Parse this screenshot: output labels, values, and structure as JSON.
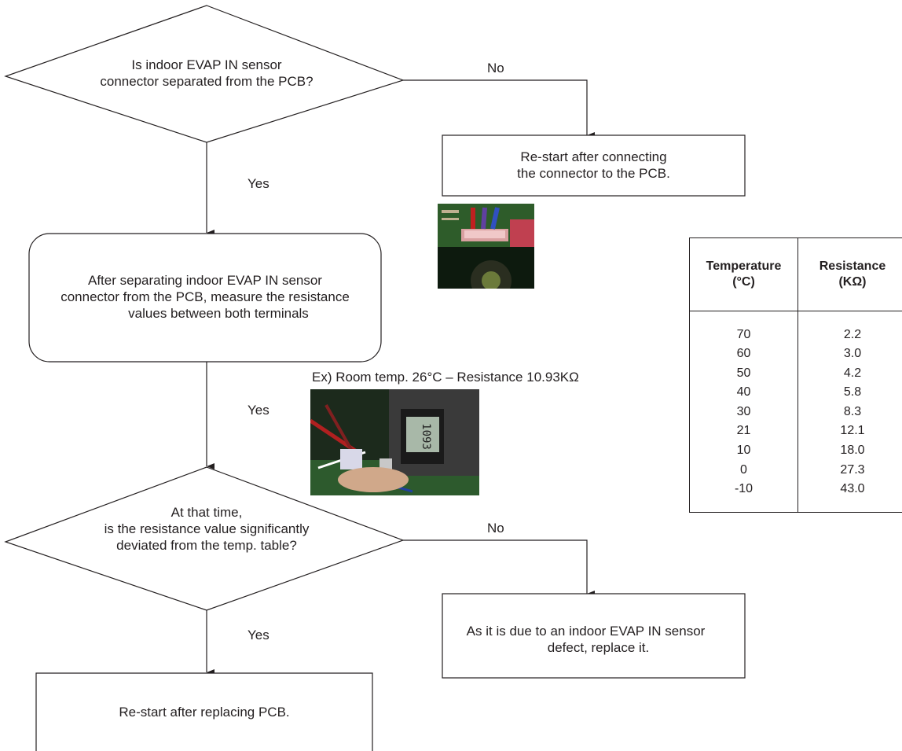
{
  "flowchart": {
    "q1": {
      "line1": "Is indoor EVAP IN sensor",
      "line2": "connector separated from the PCB?"
    },
    "q1_no": "No",
    "q1_yes": "Yes",
    "a1": {
      "line1": "Re-start after connecting",
      "line2": "the connector to the PCB."
    },
    "step2": {
      "line1": "After separating indoor EVAP IN sensor",
      "line2": "connector from the PCB, measure the resistance",
      "line3": "values between both terminals"
    },
    "example": "Ex) Room temp. 26°C – Resistance 10.93KΩ",
    "step2_yes": "Yes",
    "q2": {
      "line1": "At that time,",
      "line2": "is the resistance value significantly",
      "line3": "deviated from the temp. table?"
    },
    "q2_no": "No",
    "q2_yes": "Yes",
    "a2": {
      "line1": "As it is due to an indoor EVAP IN sensor",
      "line2": "defect, replace it."
    },
    "a3": "Re-start after replacing PCB."
  },
  "resistance_table": {
    "col1": {
      "line1": "Temperature",
      "line2": "(°C)"
    },
    "col2": {
      "line1": "Resistance",
      "line2": "(KΩ)"
    },
    "rows": [
      {
        "temp": "70",
        "res": "2.2"
      },
      {
        "temp": "60",
        "res": "3.0"
      },
      {
        "temp": "50",
        "res": "4.2"
      },
      {
        "temp": "40",
        "res": "5.8"
      },
      {
        "temp": "30",
        "res": "8.3"
      },
      {
        "temp": "21",
        "res": "12.1"
      },
      {
        "temp": "10",
        "res": "18.0"
      },
      {
        "temp": "0",
        "res": "27.3"
      },
      {
        "temp": "-10",
        "res": "43.0"
      }
    ]
  }
}
